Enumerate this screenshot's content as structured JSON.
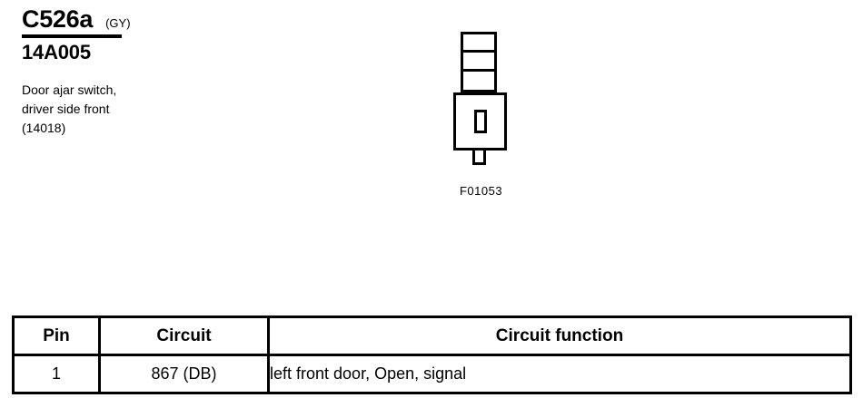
{
  "header": {
    "connector_id": "C526a",
    "connector_color": "(GY)",
    "part_number": "14A005",
    "description_lines": [
      "Door ajar switch,",
      "driver side front",
      "(14018)"
    ]
  },
  "drawing": {
    "figure_label": "F01053",
    "cavity_count": 3,
    "icon": "connector-face-icon"
  },
  "table": {
    "headers": [
      "Pin",
      "Circuit",
      "Circuit function"
    ],
    "rows": [
      {
        "pin": "1",
        "circuit": "867 (DB)",
        "function": "left front door, Open, signal"
      }
    ]
  },
  "colors": {
    "ink": "#000000",
    "paper": "#ffffff"
  }
}
